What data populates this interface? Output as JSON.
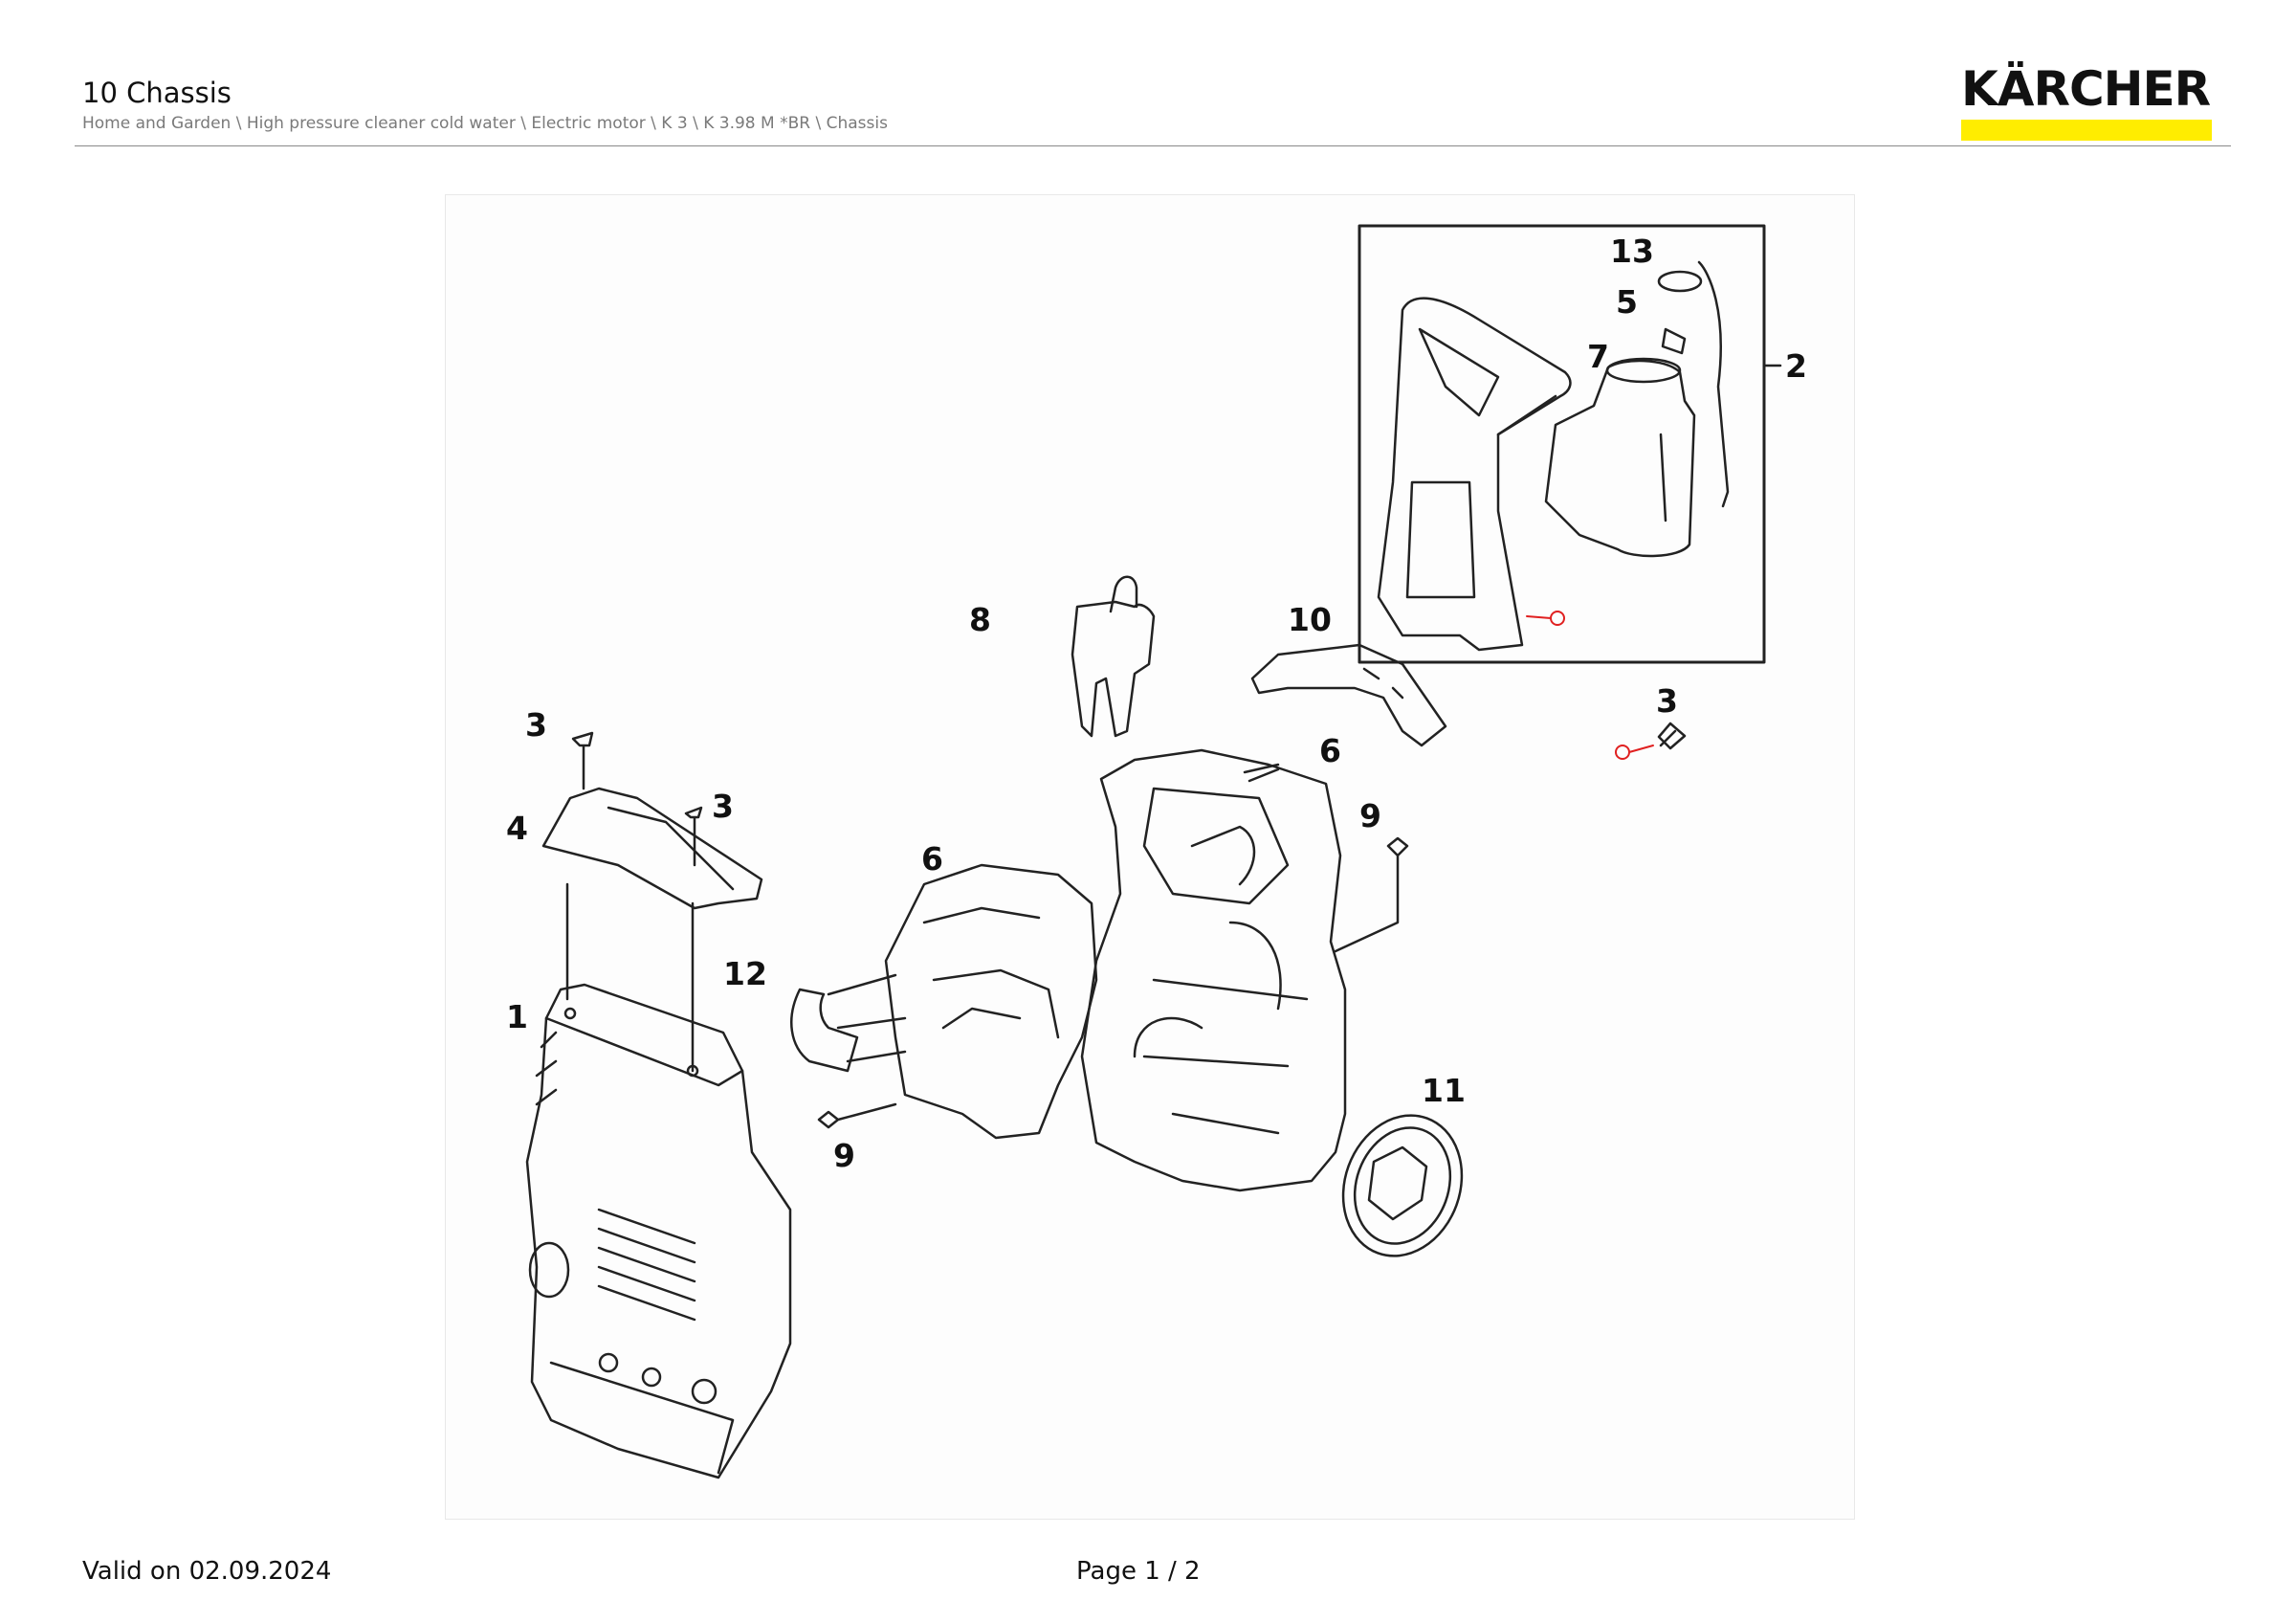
{
  "header": {
    "title": "10 Chassis",
    "breadcrumb": "Home and Garden \\ High pressure cleaner cold water \\ Electric motor \\ K 3 \\ K 3.98 M *BR \\ Chassis",
    "logo_text": "KÄRCHER"
  },
  "colors": {
    "brand_yellow": "#ffed00",
    "line": "#111111",
    "marker_red": "#e02020"
  },
  "drawing": {
    "callouts": [
      {
        "id": "c13",
        "label": "13"
      },
      {
        "id": "c5",
        "label": "5"
      },
      {
        "id": "c7",
        "label": "7"
      },
      {
        "id": "c2",
        "label": "2"
      },
      {
        "id": "c8",
        "label": "8"
      },
      {
        "id": "c10",
        "label": "10"
      },
      {
        "id": "c3a",
        "label": "3"
      },
      {
        "id": "c3b",
        "label": "3"
      },
      {
        "id": "c3c",
        "label": "3"
      },
      {
        "id": "c4",
        "label": "4"
      },
      {
        "id": "c6a",
        "label": "6"
      },
      {
        "id": "c6b",
        "label": "6"
      },
      {
        "id": "c9a",
        "label": "9"
      },
      {
        "id": "c9b",
        "label": "9"
      },
      {
        "id": "c12",
        "label": "12"
      },
      {
        "id": "c1",
        "label": "1"
      },
      {
        "id": "c11",
        "label": "11"
      }
    ]
  },
  "footer": {
    "valid": "Valid on 02.09.2024",
    "page": "Page 1 / 2"
  }
}
